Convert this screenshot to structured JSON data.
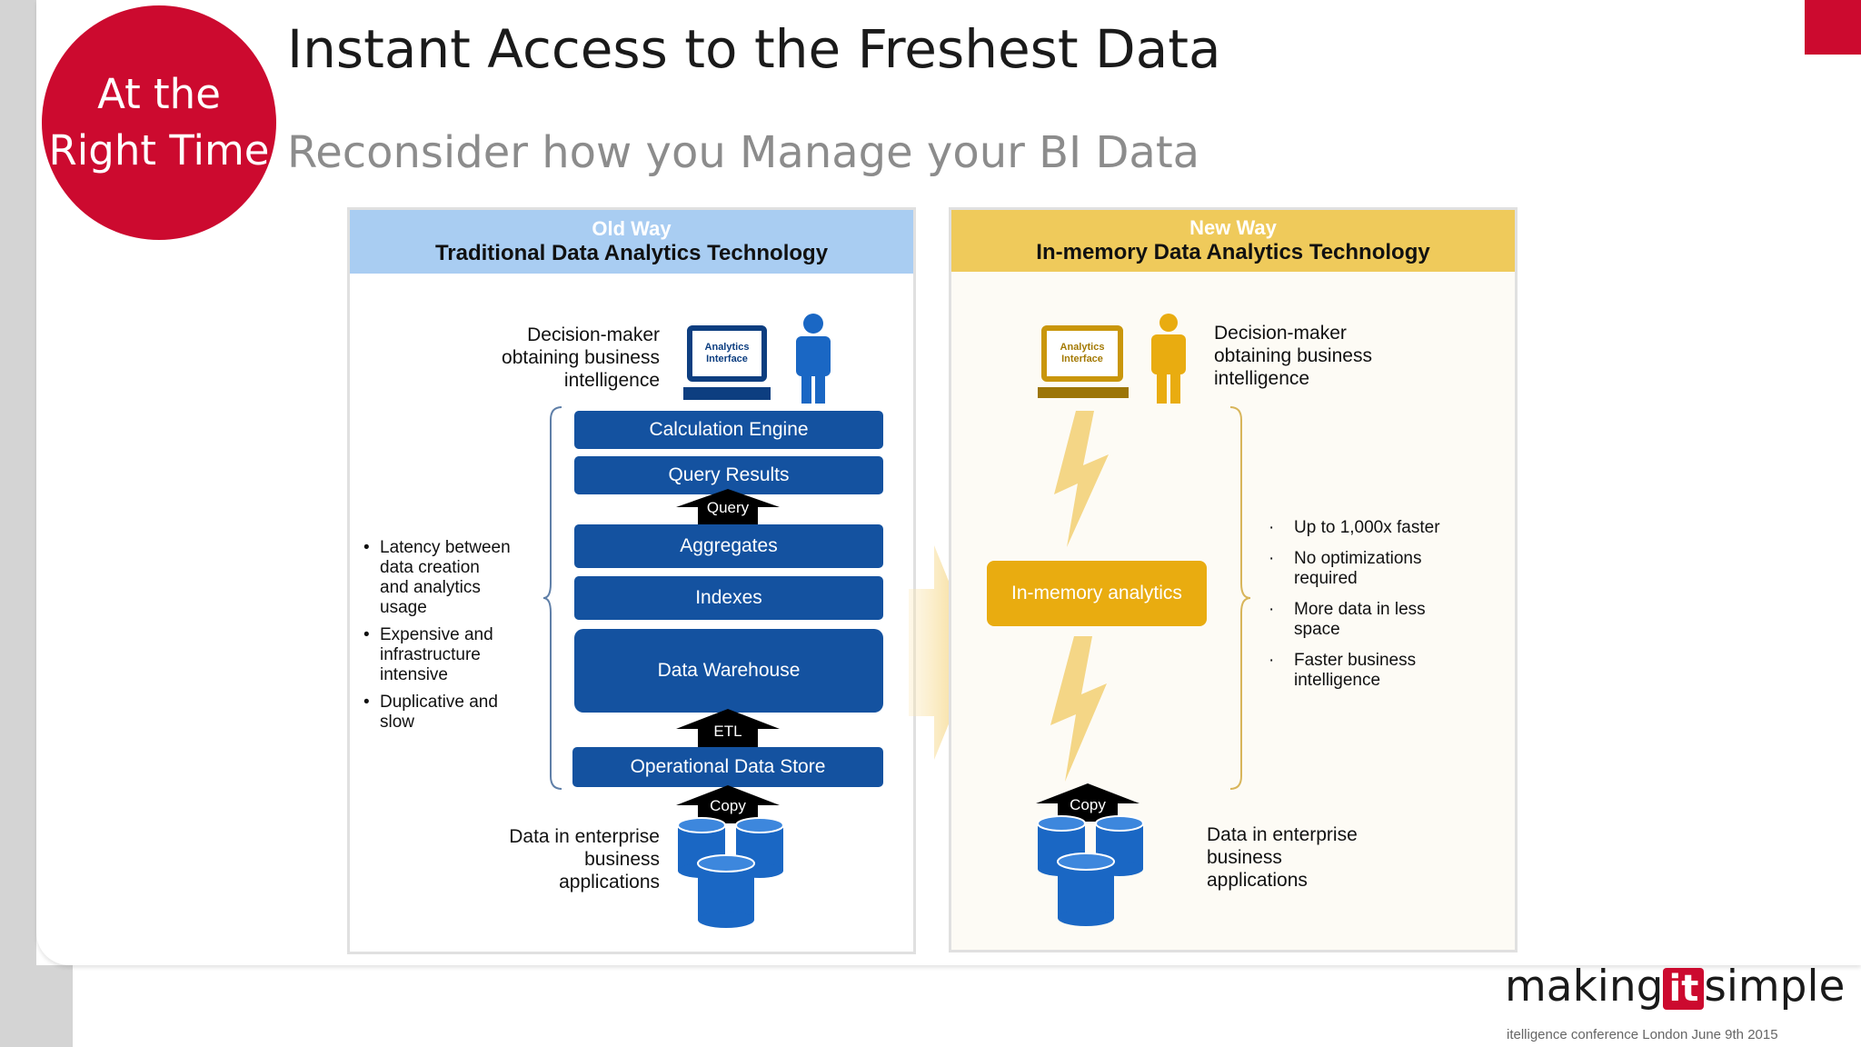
{
  "badge": {
    "line1": "At the",
    "line2": "Right Time"
  },
  "title": "Instant Access to the Freshest Data",
  "subtitle": "Reconsider how you Manage your BI Data",
  "old_way": {
    "way": "Old Way",
    "tech": "Traditional Data Analytics Technology",
    "decision_maker": [
      "Decision-maker",
      "obtaining business",
      "intelligence"
    ],
    "screen_text": [
      "Analytics",
      "Interface"
    ],
    "stack": {
      "calc_engine": "Calculation Engine",
      "query_results": "Query Results",
      "query": "Query",
      "aggregates": "Aggregates",
      "indexes": "Indexes",
      "data_warehouse": "Data Warehouse",
      "etl": "ETL",
      "ods": "Operational Data Store",
      "copy": "Copy"
    },
    "bullets": [
      [
        "Latency between",
        "data creation",
        "and analytics",
        "usage"
      ],
      [
        "Expensive and",
        "infrastructure",
        "intensive"
      ],
      [
        "Duplicative and",
        "slow"
      ]
    ],
    "data_source": [
      "Data in enterprise",
      "business",
      "applications"
    ]
  },
  "new_way": {
    "way": "New Way",
    "tech": "In-memory Data Analytics Technology",
    "decision_maker": [
      "Decision-maker",
      "obtaining business",
      "intelligence"
    ],
    "screen_text": [
      "Analytics",
      "Interface"
    ],
    "in_memory": "In-memory analytics",
    "copy": "Copy",
    "bullets": [
      [
        "Up to 1,000x faster"
      ],
      [
        "No optimizations",
        "required"
      ],
      [
        "More data in less",
        "space"
      ],
      [
        "Faster business",
        "intelligence"
      ]
    ],
    "data_source": [
      "Data in enterprise",
      "business",
      "applications"
    ]
  },
  "logo": {
    "making": "making",
    "it": "it",
    "simple": "simple"
  },
  "tagline": "itelligence conference London June 9th 2015",
  "colors": {
    "brand_red": "#cc0a2f",
    "old_blue": "#1452a0",
    "new_gold": "#e9ac10"
  }
}
